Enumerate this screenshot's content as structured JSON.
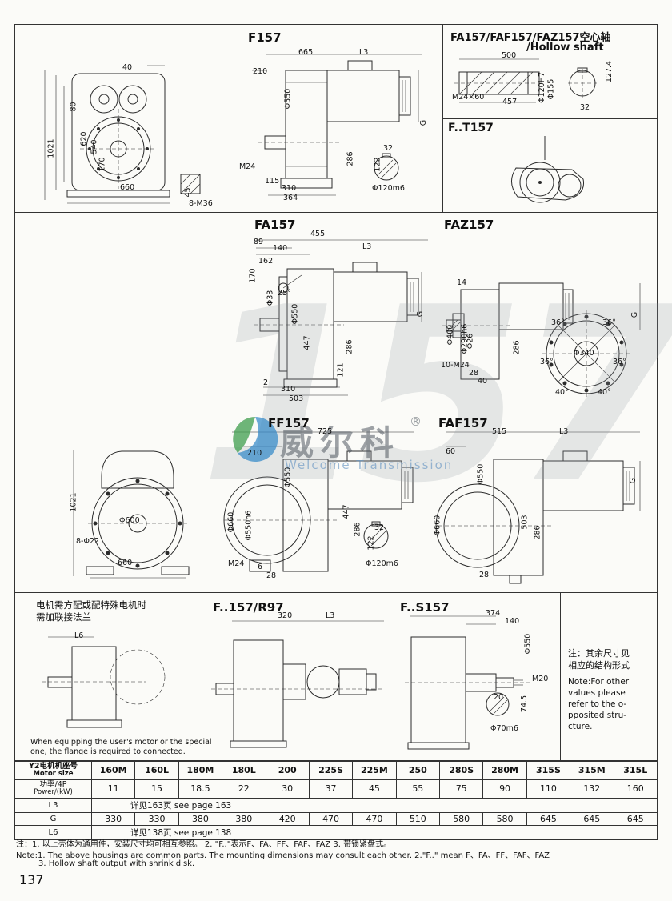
{
  "page_number": "137",
  "watermark": {
    "numerals": "157",
    "brand": "威尔科",
    "reg": "®",
    "sub": "Welcome Transmission"
  },
  "titles": {
    "f157": "F157",
    "hollow_line1": "FA157/FAF157/FAZ157空心轴",
    "hollow_line2": "/Hollow shaft",
    "ft157": "F..T157",
    "fa157": "FA157",
    "faz157": "FAZ157",
    "ff157": "FF157",
    "faf157": "FAF157",
    "fr97": "F..157/R97",
    "fs157": "F..S157"
  },
  "front_view": [
    "40",
    "80",
    "620",
    "540",
    "170",
    "1021",
    "660",
    "45",
    "8-M36"
  ],
  "f157": [
    "665",
    "L3",
    "210",
    "Φ550",
    "G",
    "M24",
    "115",
    "310",
    "364",
    "286",
    "32",
    "122",
    "Φ120m6"
  ],
  "hollow": [
    "500",
    "127.4",
    "M24×60",
    "457",
    "Φ120H7",
    "Φ155",
    "32"
  ],
  "fa157": [
    "455",
    "89",
    "140",
    "L3",
    "162",
    "170",
    "25°",
    "Φ33",
    "Φ550",
    "G",
    "447",
    "286",
    "121",
    "2",
    "310",
    "503"
  ],
  "faz157": [
    "14",
    "Φ400",
    "Φ290h6",
    "Φ26",
    "10-M24",
    "28",
    "40",
    "286",
    "G",
    "Φ340",
    "36°",
    "36°",
    "36°",
    "36°",
    "40°",
    "40°"
  ],
  "front_circle": [
    "1021",
    "Φ600",
    "8-Φ22",
    "660"
  ],
  "ff157": [
    "725",
    "210",
    "Φ550",
    "Φ660",
    "Φ550h6",
    "447",
    "286",
    "M24",
    "6",
    "28",
    "32",
    "122",
    "Φ120m6"
  ],
  "faf157": [
    "515",
    "L3",
    "60",
    "Φ550",
    "G",
    "Φ660",
    "503",
    "286",
    "28"
  ],
  "flange_cell": {
    "zh1": "电机需方配或配特殊电机时",
    "zh2": "需加联接法兰",
    "l6": "L6",
    "en1": "When equipping the user's motor or the special",
    "en2": "one, the flange is required to connected."
  },
  "fr97": [
    "320",
    "L3"
  ],
  "fs157": [
    "374",
    "140",
    "Φ550",
    "M20",
    "20",
    "74.5",
    "Φ70m6"
  ],
  "side_note": {
    "zh1": "注：其余尺寸见",
    "zh2": "相应的结构形式",
    "en1": "Note:For other",
    "en2": "values please",
    "en3": "refer to the o-",
    "en4": "pposited stru-",
    "en5": "cture."
  },
  "table": {
    "row1_label_zh": "Y2电机机座号",
    "row1_label_en": "Motor size",
    "sizes": [
      "160M",
      "160L",
      "180M",
      "180L",
      "200",
      "225S",
      "225M",
      "250",
      "280S",
      "280M",
      "315S",
      "315M",
      "315L"
    ],
    "row2_label_zh": "功率/4P",
    "row2_label_en": "Power/(kW)",
    "powers": [
      "11",
      "15",
      "18.5",
      "22",
      "30",
      "37",
      "45",
      "55",
      "75",
      "90",
      "110",
      "132",
      "160"
    ],
    "l3_label": "L3",
    "l3_value": "详见163页    see page 163",
    "g_label": "G",
    "g_values": [
      "330",
      "330",
      "380",
      "380",
      "420",
      "470",
      "470",
      "510",
      "580",
      "580",
      "645",
      "645",
      "645"
    ],
    "l6_label": "L6",
    "l6_value": "详见138页    see page 138"
  },
  "footnotes": {
    "zh": "注：1. 以上壳体为通用件，安装尺寸均可相互参照。    2. \"F..\"表示F、FA、FF、FAF、FAZ   3. 带锁紧盘式。",
    "en1": "Note:1. The above housings are common parts. The mounting dimensions may consult each other. 2.\"F..\" mean F、FA、FF、FAF、FAZ",
    "en2": "3. Hollow shaft output with shrink disk."
  }
}
